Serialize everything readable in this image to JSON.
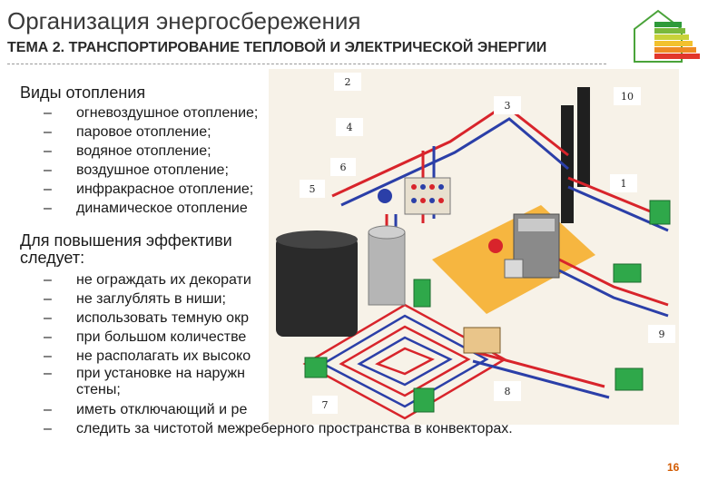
{
  "header": {
    "title": "Организация энергосбережения",
    "subtitle": "ТЕМА 2. ТРАНСПОРТИРОВАНИЕ ТЕПЛОВОЙ И ЭЛЕКТРИЧЕСКОЙ ЭНЕРГИИ"
  },
  "colors": {
    "accent": "#d25a00",
    "pipe_red": "#d8242b",
    "pipe_blue": "#2b3fa8",
    "radiator": "#2fa84a"
  },
  "heating": {
    "heading": "Виды отопления",
    "items": [
      "огневоздушное отопление;",
      "паровое отопление;",
      "водяное отопление;",
      "воздушное отопление;",
      "инфракрасное отопление;",
      "динамическое отопление"
    ]
  },
  "efficiency": {
    "heading_line1": "Для повышения эффективи",
    "heading_line2": "следует:",
    "items": [
      "не ограждать их декорати",
      "не заглублять в ниши;",
      "использовать темную окр",
      "при большом количестве",
      "не располагать их высоко",
      "при установке на наружн",
      "иметь отключающий и ре",
      "следить за чистотой межреберного пространства в конвекторах."
    ],
    "item6_line2": "стены;"
  },
  "diagram": {
    "labels": [
      "1",
      "2",
      "3",
      "4",
      "5",
      "6",
      "7",
      "8",
      "9",
      "10"
    ]
  },
  "page_number": "16"
}
